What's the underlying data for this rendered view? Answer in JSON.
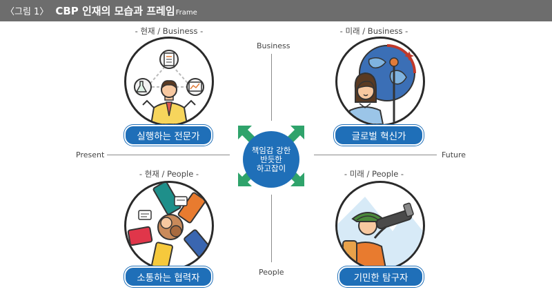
{
  "header": {
    "figure_number": "〈그림 1〉",
    "title": "CBP 인재의 모습과 프레임",
    "title_suffix": "Frame"
  },
  "axes": {
    "top": "Business",
    "bottom": "People",
    "left": "Present",
    "right": "Future"
  },
  "quadrants": {
    "top_left": {
      "label": "- 현재 / Business -",
      "badge": "실행하는 전문가"
    },
    "top_right": {
      "label": "- 미래 / Business -",
      "badge": "글로벌 혁신가"
    },
    "bottom_left": {
      "label": "- 현재 / People -",
      "badge": "소통하는 협력자"
    },
    "bottom_right": {
      "label": "- 미래 / People -",
      "badge": "기민한 탐구자"
    }
  },
  "center": {
    "line1": "책임감 강한",
    "line2": "반듯한",
    "line3": "하고잡이"
  },
  "colors": {
    "header_bg": "#6d6d6d",
    "badge_blue": "#1f6fb8",
    "arrow_green": "#2fa36b"
  }
}
